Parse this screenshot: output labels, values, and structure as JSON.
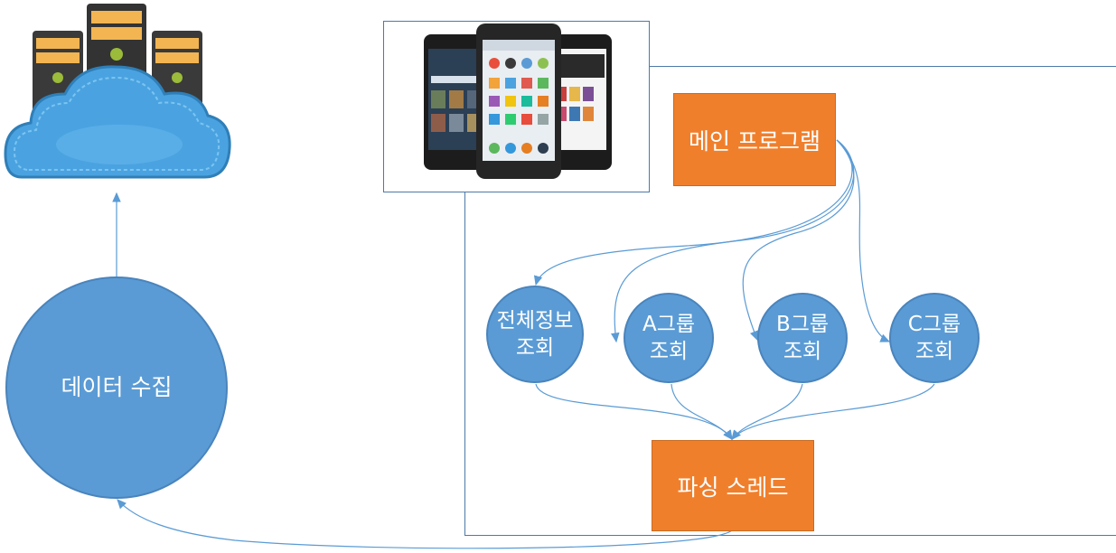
{
  "main_program": "메인 프로그램",
  "parsing_thread": "파싱 스레드",
  "data_collection": "데이터 수집",
  "queries": [
    {
      "line1": "전체정보",
      "line2": "조회"
    },
    {
      "line1": "A그룹",
      "line2": "조회"
    },
    {
      "line1": "B그룹",
      "line2": "조회"
    },
    {
      "line1": "C그룹",
      "line2": "조회"
    }
  ],
  "colors": {
    "orange": "#f07f2c",
    "blue": "#5a9bd5",
    "line": "#5a9bd5",
    "frame": "#4d79a8"
  },
  "icons": {
    "server": "cloud-server-icon",
    "phones": "smartphones-icon"
  }
}
